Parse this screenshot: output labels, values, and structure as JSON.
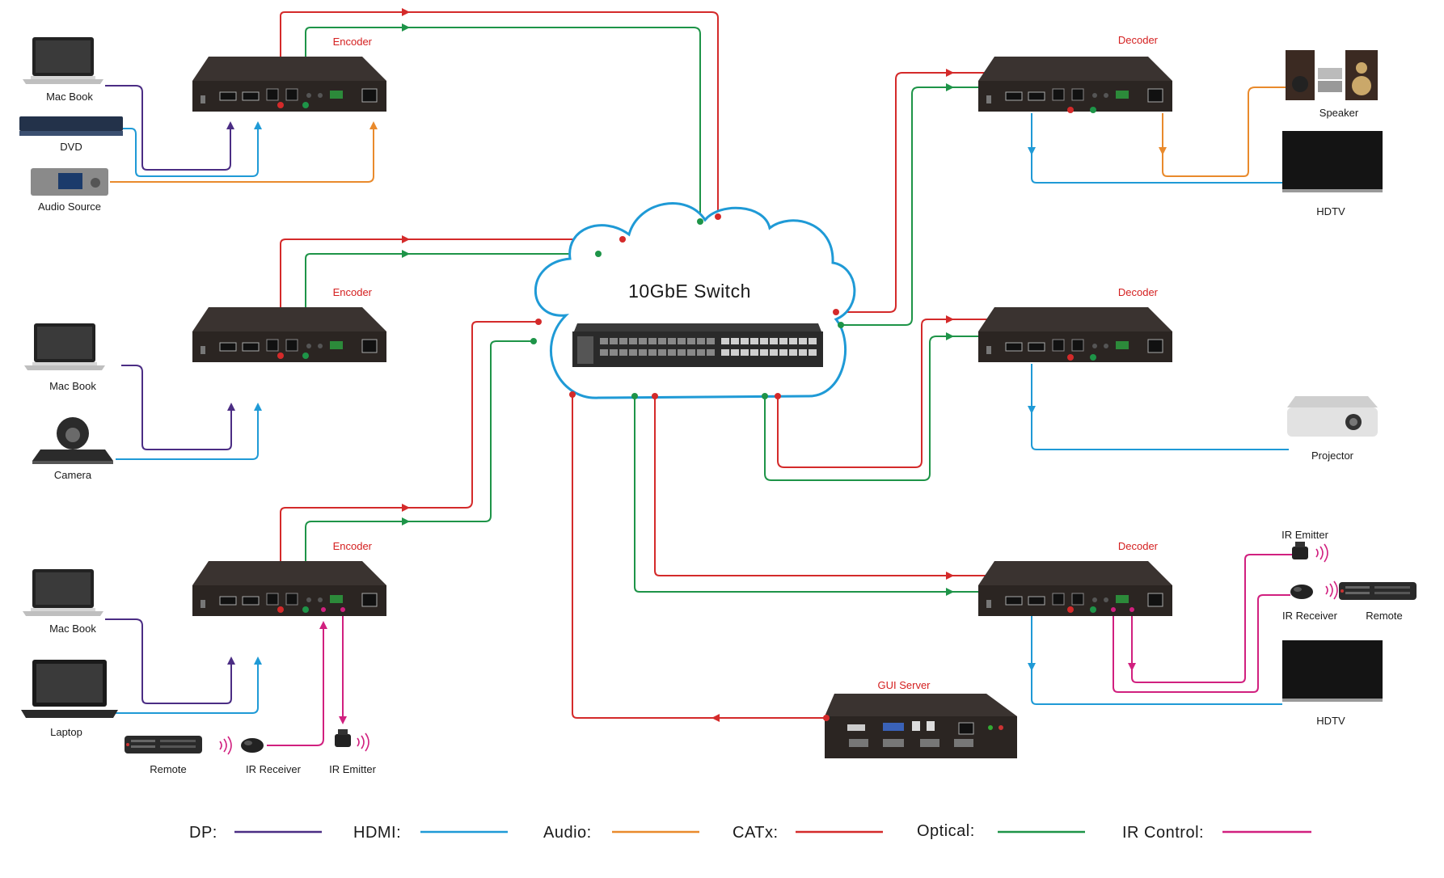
{
  "colors": {
    "dp": "#4b2d84",
    "hdmi": "#1f9ad6",
    "audio": "#e98a2c",
    "catx": "#d42a2a",
    "optical": "#1e9448",
    "ir": "#d1207f",
    "cloud": "#1f9ad6",
    "device_body": "#2b2522"
  },
  "switch": {
    "title": "10GbE Switch"
  },
  "encoders": [
    {
      "title": "Encoder",
      "sources": [
        "Mac Book",
        "DVD",
        "Audio Source"
      ]
    },
    {
      "title": "Encoder",
      "sources": [
        "Mac Book",
        "Camera"
      ]
    },
    {
      "title": "Encoder",
      "sources": [
        "Mac Book",
        "Laptop"
      ],
      "ir_devices": [
        "Remote",
        "IR Receiver",
        "IR Emitter"
      ]
    }
  ],
  "decoders": [
    {
      "title": "Decoder",
      "sinks": [
        "Speaker",
        "HDTV"
      ]
    },
    {
      "title": "Decoder",
      "sinks": [
        "Projector"
      ]
    },
    {
      "title": "Decoder",
      "sinks": [
        "HDTV"
      ],
      "ir_devices": [
        "IR Emitter",
        "IR Receiver",
        "Remote"
      ]
    }
  ],
  "gui_server": {
    "title": "GUI Server"
  },
  "legend": [
    {
      "label": "DP:",
      "color_key": "dp"
    },
    {
      "label": "HDMI:",
      "color_key": "hdmi"
    },
    {
      "label": "Audio:",
      "color_key": "audio"
    },
    {
      "label": "CATx:",
      "color_key": "catx"
    },
    {
      "label": "Optical:",
      "color_key": "optical"
    },
    {
      "label": "IR Control:",
      "color_key": "ir"
    }
  ]
}
